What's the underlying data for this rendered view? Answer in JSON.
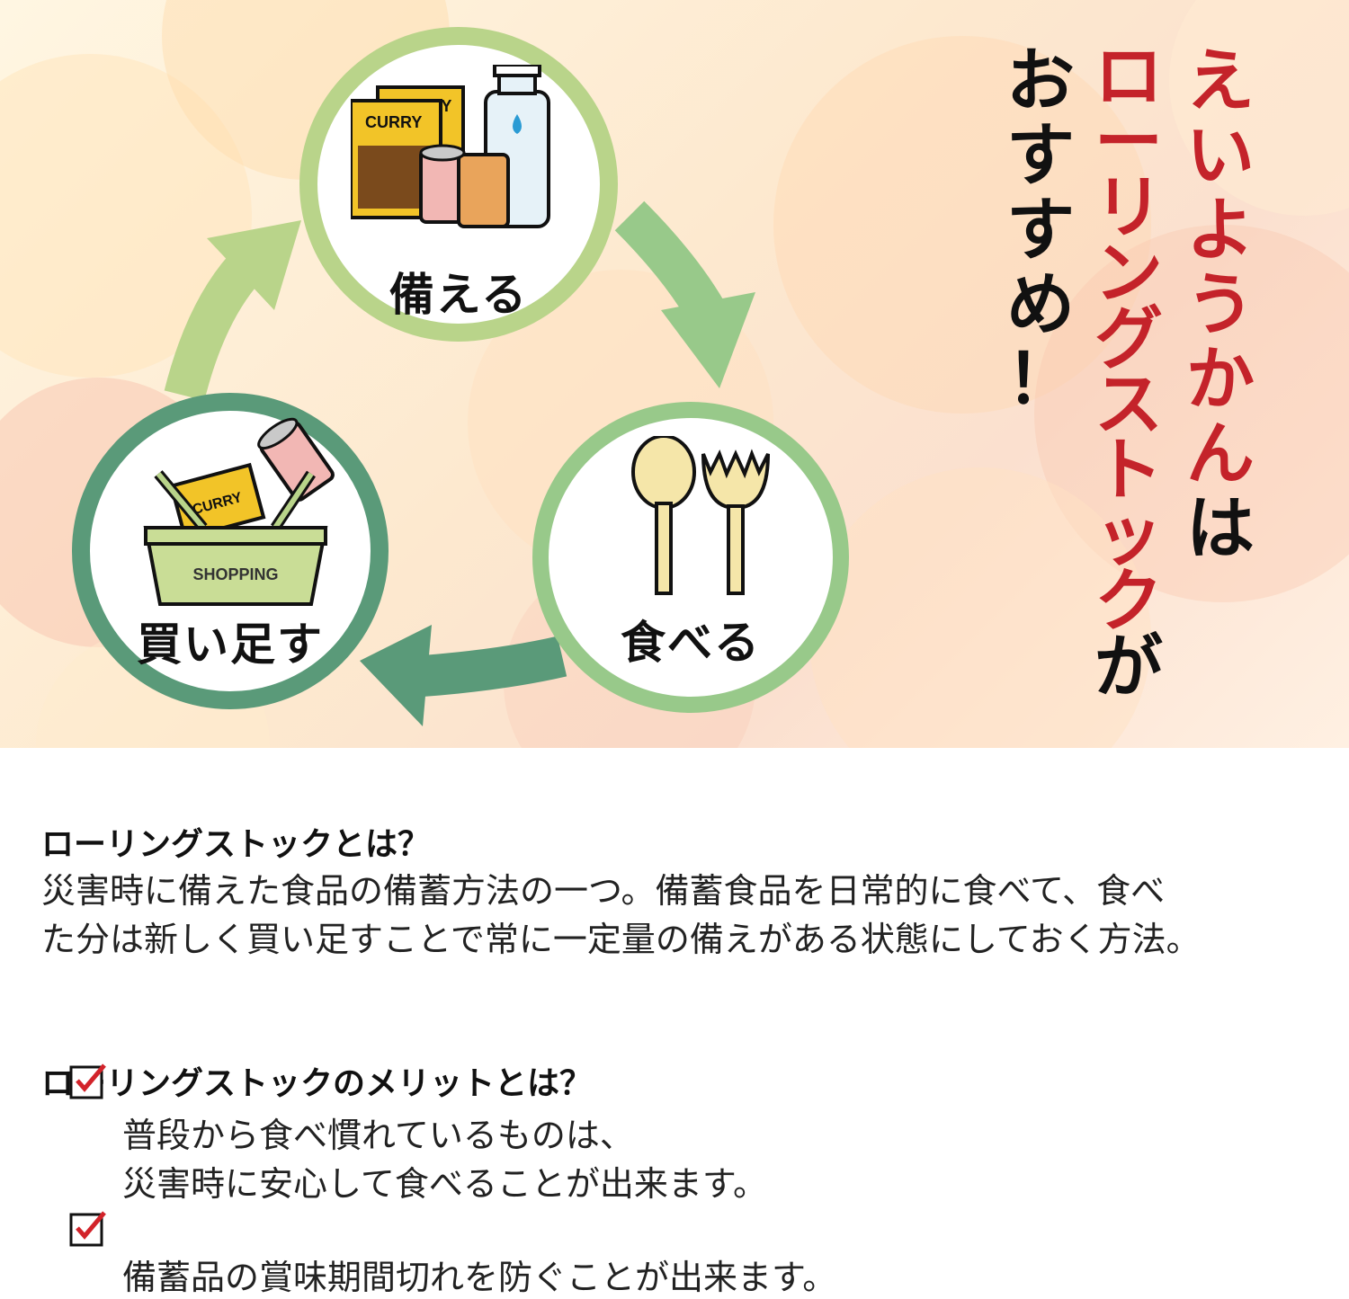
{
  "hero": {
    "title_red_lines": [
      "えいようかんは",
      "ローリングストック"
    ],
    "title_red_col1": [
      "え",
      "い",
      "よ",
      "う",
      "か",
      "ん",
      "は"
    ],
    "title_red_col2": [
      "ロ",
      "ー",
      "リ",
      "ン",
      "グ",
      "ス",
      "ト",
      "ッ",
      "ク",
      "が"
    ],
    "title_black_col": [
      "お",
      "す",
      "す",
      "め",
      "！"
    ],
    "cycle": {
      "prepare": "備える",
      "eat": "食べる",
      "buy": "買い足す"
    },
    "illustration_text": {
      "curry": "CURRY",
      "curry_back": "RY",
      "shopping": "SHOPPING"
    }
  },
  "section1": {
    "heading": "ローリングストックとは？",
    "line1": "災害時に備えた食品の備蓄方法の一つ。備蓄食品を日常的に食べて、食べ",
    "line2": "た分は新しく買い足すことで常に一定量の備えがある状態にしておく方法。"
  },
  "section2": {
    "heading": "ローリングストックのメリットとは？",
    "merit1_line1": "普段から食べ慣れているものは、",
    "merit1_line2": "災害時に安心して食べることが出来ます。",
    "merit2_line1": "備蓄品の賞味期間切れを防ぐことが出来ます。"
  },
  "colors": {
    "red_text": "#c4232a",
    "ring_light": "#b9d48a",
    "ring_mid": "#98c98a",
    "ring_dark": "#5a9a79",
    "check_red": "#d2232a"
  }
}
